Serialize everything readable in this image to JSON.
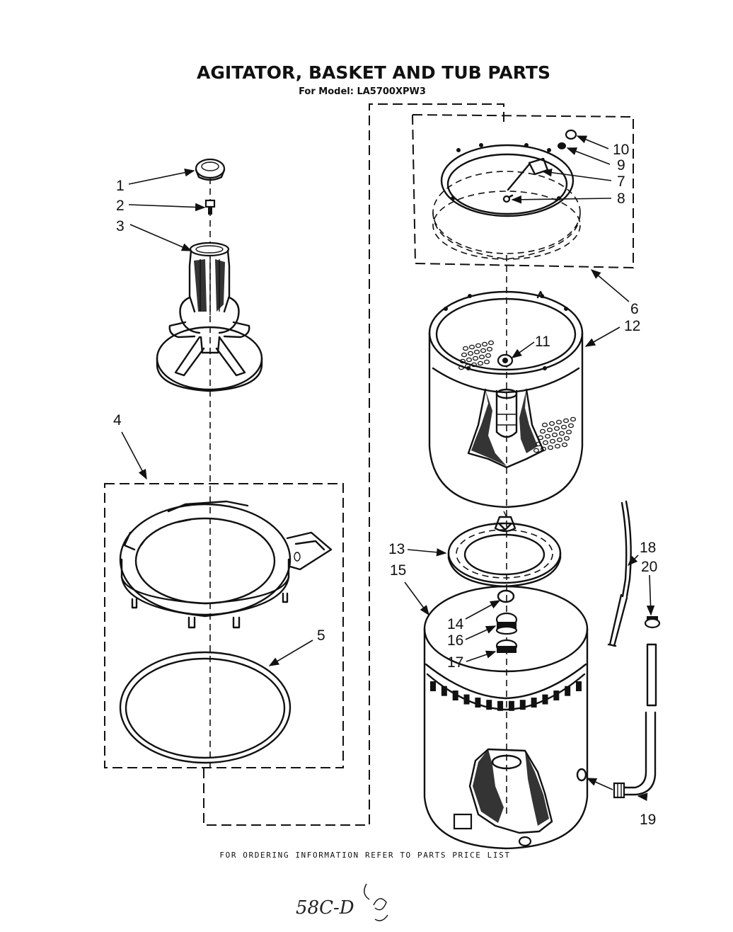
{
  "header": {
    "title": "AGITATOR, BASKET AND TUB PARTS",
    "model_line": "For Model: LA5700XPW3"
  },
  "callouts": {
    "c1": "1",
    "c2": "2",
    "c3": "3",
    "c4": "4",
    "c5": "5",
    "c6": "6",
    "c7": "7",
    "c8": "8",
    "c9": "9",
    "c10": "10",
    "c11": "11",
    "c12": "12",
    "c13": "13",
    "c14": "14",
    "c15": "15",
    "c16": "16",
    "c17": "17",
    "c18": "18",
    "c19": "19",
    "c20": "20"
  },
  "footer": {
    "note": "FOR ORDERING INFORMATION REFER TO PARTS PRICE LIST"
  },
  "annotation": {
    "handwritten": "58C-D"
  }
}
